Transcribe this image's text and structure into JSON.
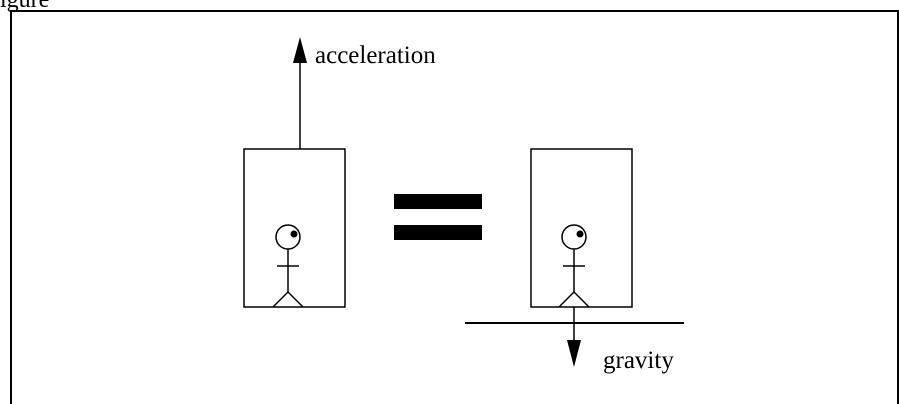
{
  "figure": {
    "caption_fragment": "igure"
  },
  "left_scene": {
    "arrow_label": "acceleration"
  },
  "right_scene": {
    "arrow_label": "gravity"
  },
  "equals_sign": "=",
  "colors": {
    "ink": "#000000",
    "background": "#ffffff"
  }
}
